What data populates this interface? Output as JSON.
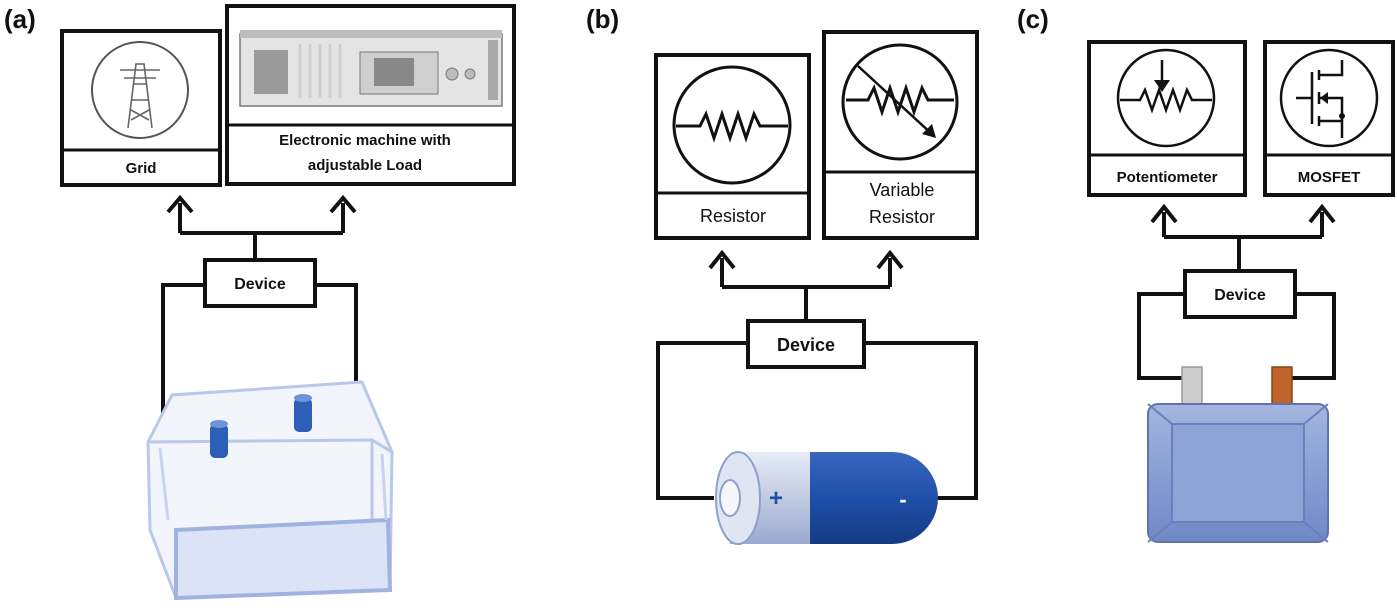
{
  "panels": {
    "a": {
      "tag": "(a)",
      "load1_label": "Grid",
      "load2_line1": "Electronic machine with",
      "load2_line2": "adjustable Load",
      "device_label": "Device"
    },
    "b": {
      "tag": "(b)",
      "load1_label": "Resistor",
      "load2_line1": "Variable",
      "load2_line2": "Resistor",
      "device_label": "Device",
      "battery_plus": "+",
      "battery_minus": "-"
    },
    "c": {
      "tag": "(c)",
      "load1_label": "Potentiometer",
      "load2_label": "MOSFET",
      "device_label": "Device"
    }
  },
  "colors": {
    "line": "#111111",
    "battery_blue": "#1f4fa8",
    "pouch_blue": "#7d95cf",
    "terminal_gray": "#c9c9c9",
    "terminal_orange": "#c0642a"
  }
}
